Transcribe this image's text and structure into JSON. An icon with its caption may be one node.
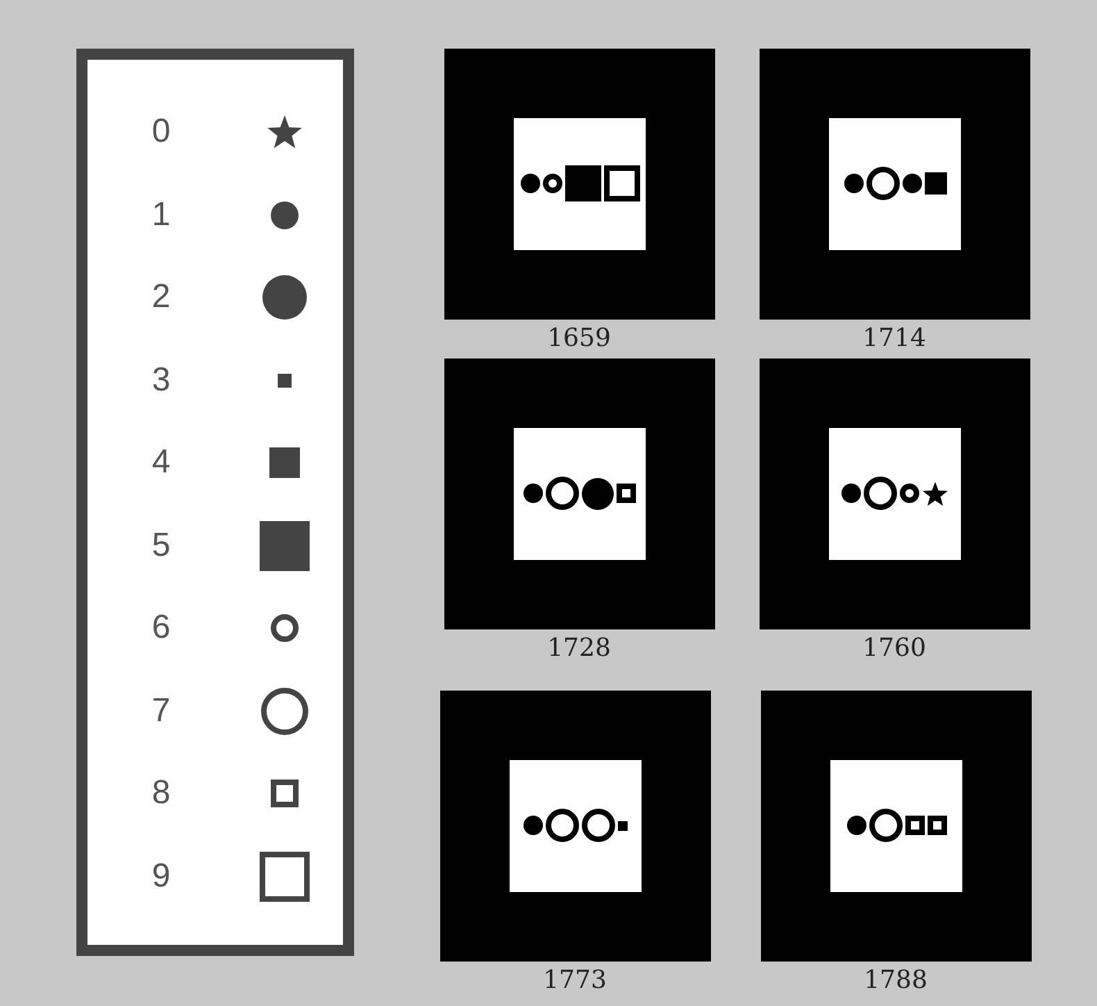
{
  "diagram": {
    "labels": [
      "1659",
      "1714",
      "1728",
      "1760",
      "1773",
      "1788"
    ],
    "legend": [
      {
        "text": "0"
      },
      {
        "text": "1"
      },
      {
        "text": "2"
      },
      {
        "text": "3"
      },
      {
        "text": "4"
      },
      {
        "text": "5"
      },
      {
        "text": "6"
      },
      {
        "text": "7"
      },
      {
        "text": "8"
      },
      {
        "text": "9"
      }
    ]
  }
}
